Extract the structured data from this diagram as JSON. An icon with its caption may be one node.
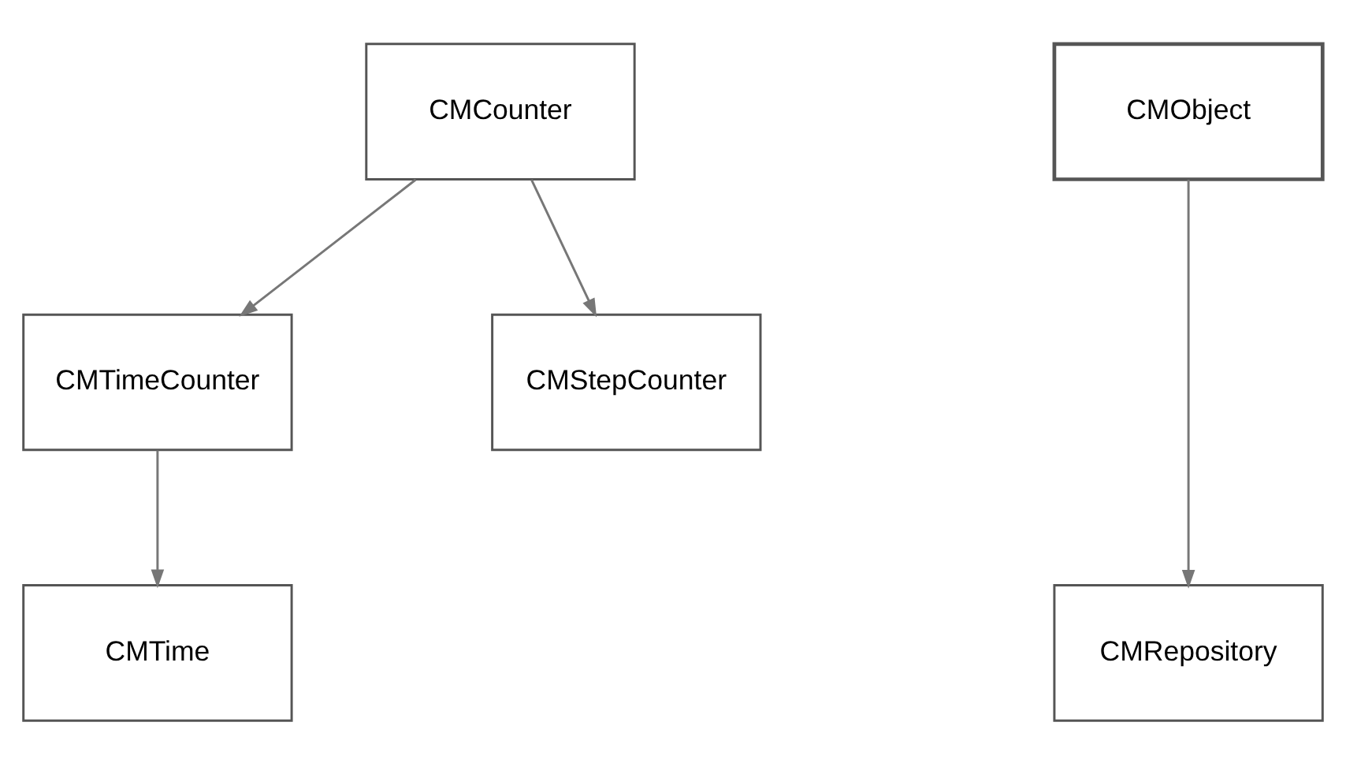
{
  "diagram": {
    "nodes": [
      {
        "text": [
          "CMCounter"
        ]
      },
      {
        "text": [
          "CMTimeCounter"
        ]
      },
      {
        "text": [
          "CMStepCounter"
        ]
      },
      {
        "text": [
          "CMTime"
        ]
      },
      {
        "text": [
          "CMObject"
        ]
      },
      {
        "text": [
          "CMRepository"
        ]
      }
    ],
    "edges": [
      {
        "from": 0,
        "to": 1,
        "arrow": "to"
      },
      {
        "from": 0,
        "to": 2,
        "arrow": "to"
      },
      {
        "from": 1,
        "to": 3,
        "arrow": "to"
      },
      {
        "from": 4,
        "to": 5,
        "arrow": "to"
      }
    ]
  }
}
